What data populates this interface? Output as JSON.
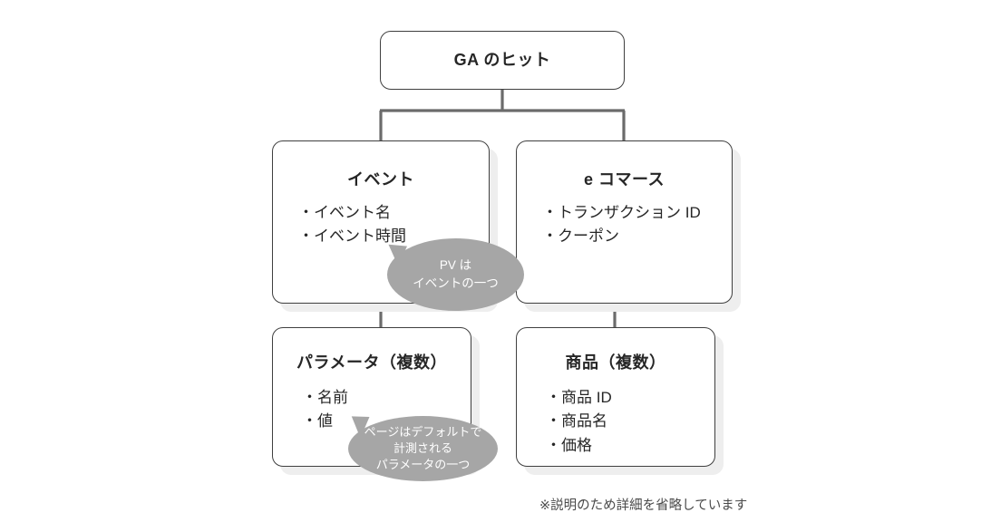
{
  "diagram": {
    "title_node": {
      "label": "GA のヒット"
    },
    "nodes": [
      {
        "id": "event",
        "title": "イベント",
        "items": [
          "・イベント名",
          "・イベント時間"
        ]
      },
      {
        "id": "ecommerce",
        "title": "e コマース",
        "items": [
          "・トランザクション ID",
          "・クーポン"
        ]
      },
      {
        "id": "parameter",
        "title": "パラメータ（複数）",
        "items": [
          "・名前",
          "・値"
        ]
      },
      {
        "id": "product",
        "title": "商品（複数）",
        "items": [
          "・商品 ID",
          "・商品名",
          "・価格"
        ]
      }
    ],
    "callouts": [
      {
        "id": "pv",
        "text": "PV は\nイベントの一つ"
      },
      {
        "id": "parameter-default",
        "text": "ページはデフォルトで\n計測される\nパラメータの一つ"
      }
    ],
    "footnote": "※説明のため詳細を省略しています",
    "colors": {
      "box_border": "#3f3f3f",
      "box_shadow": "#eeeeee",
      "connector": "#6b6b6b",
      "callout_fill": "#a6a6a6",
      "callout_text": "#ffffff",
      "text": "#262626",
      "background": "#ffffff"
    }
  }
}
